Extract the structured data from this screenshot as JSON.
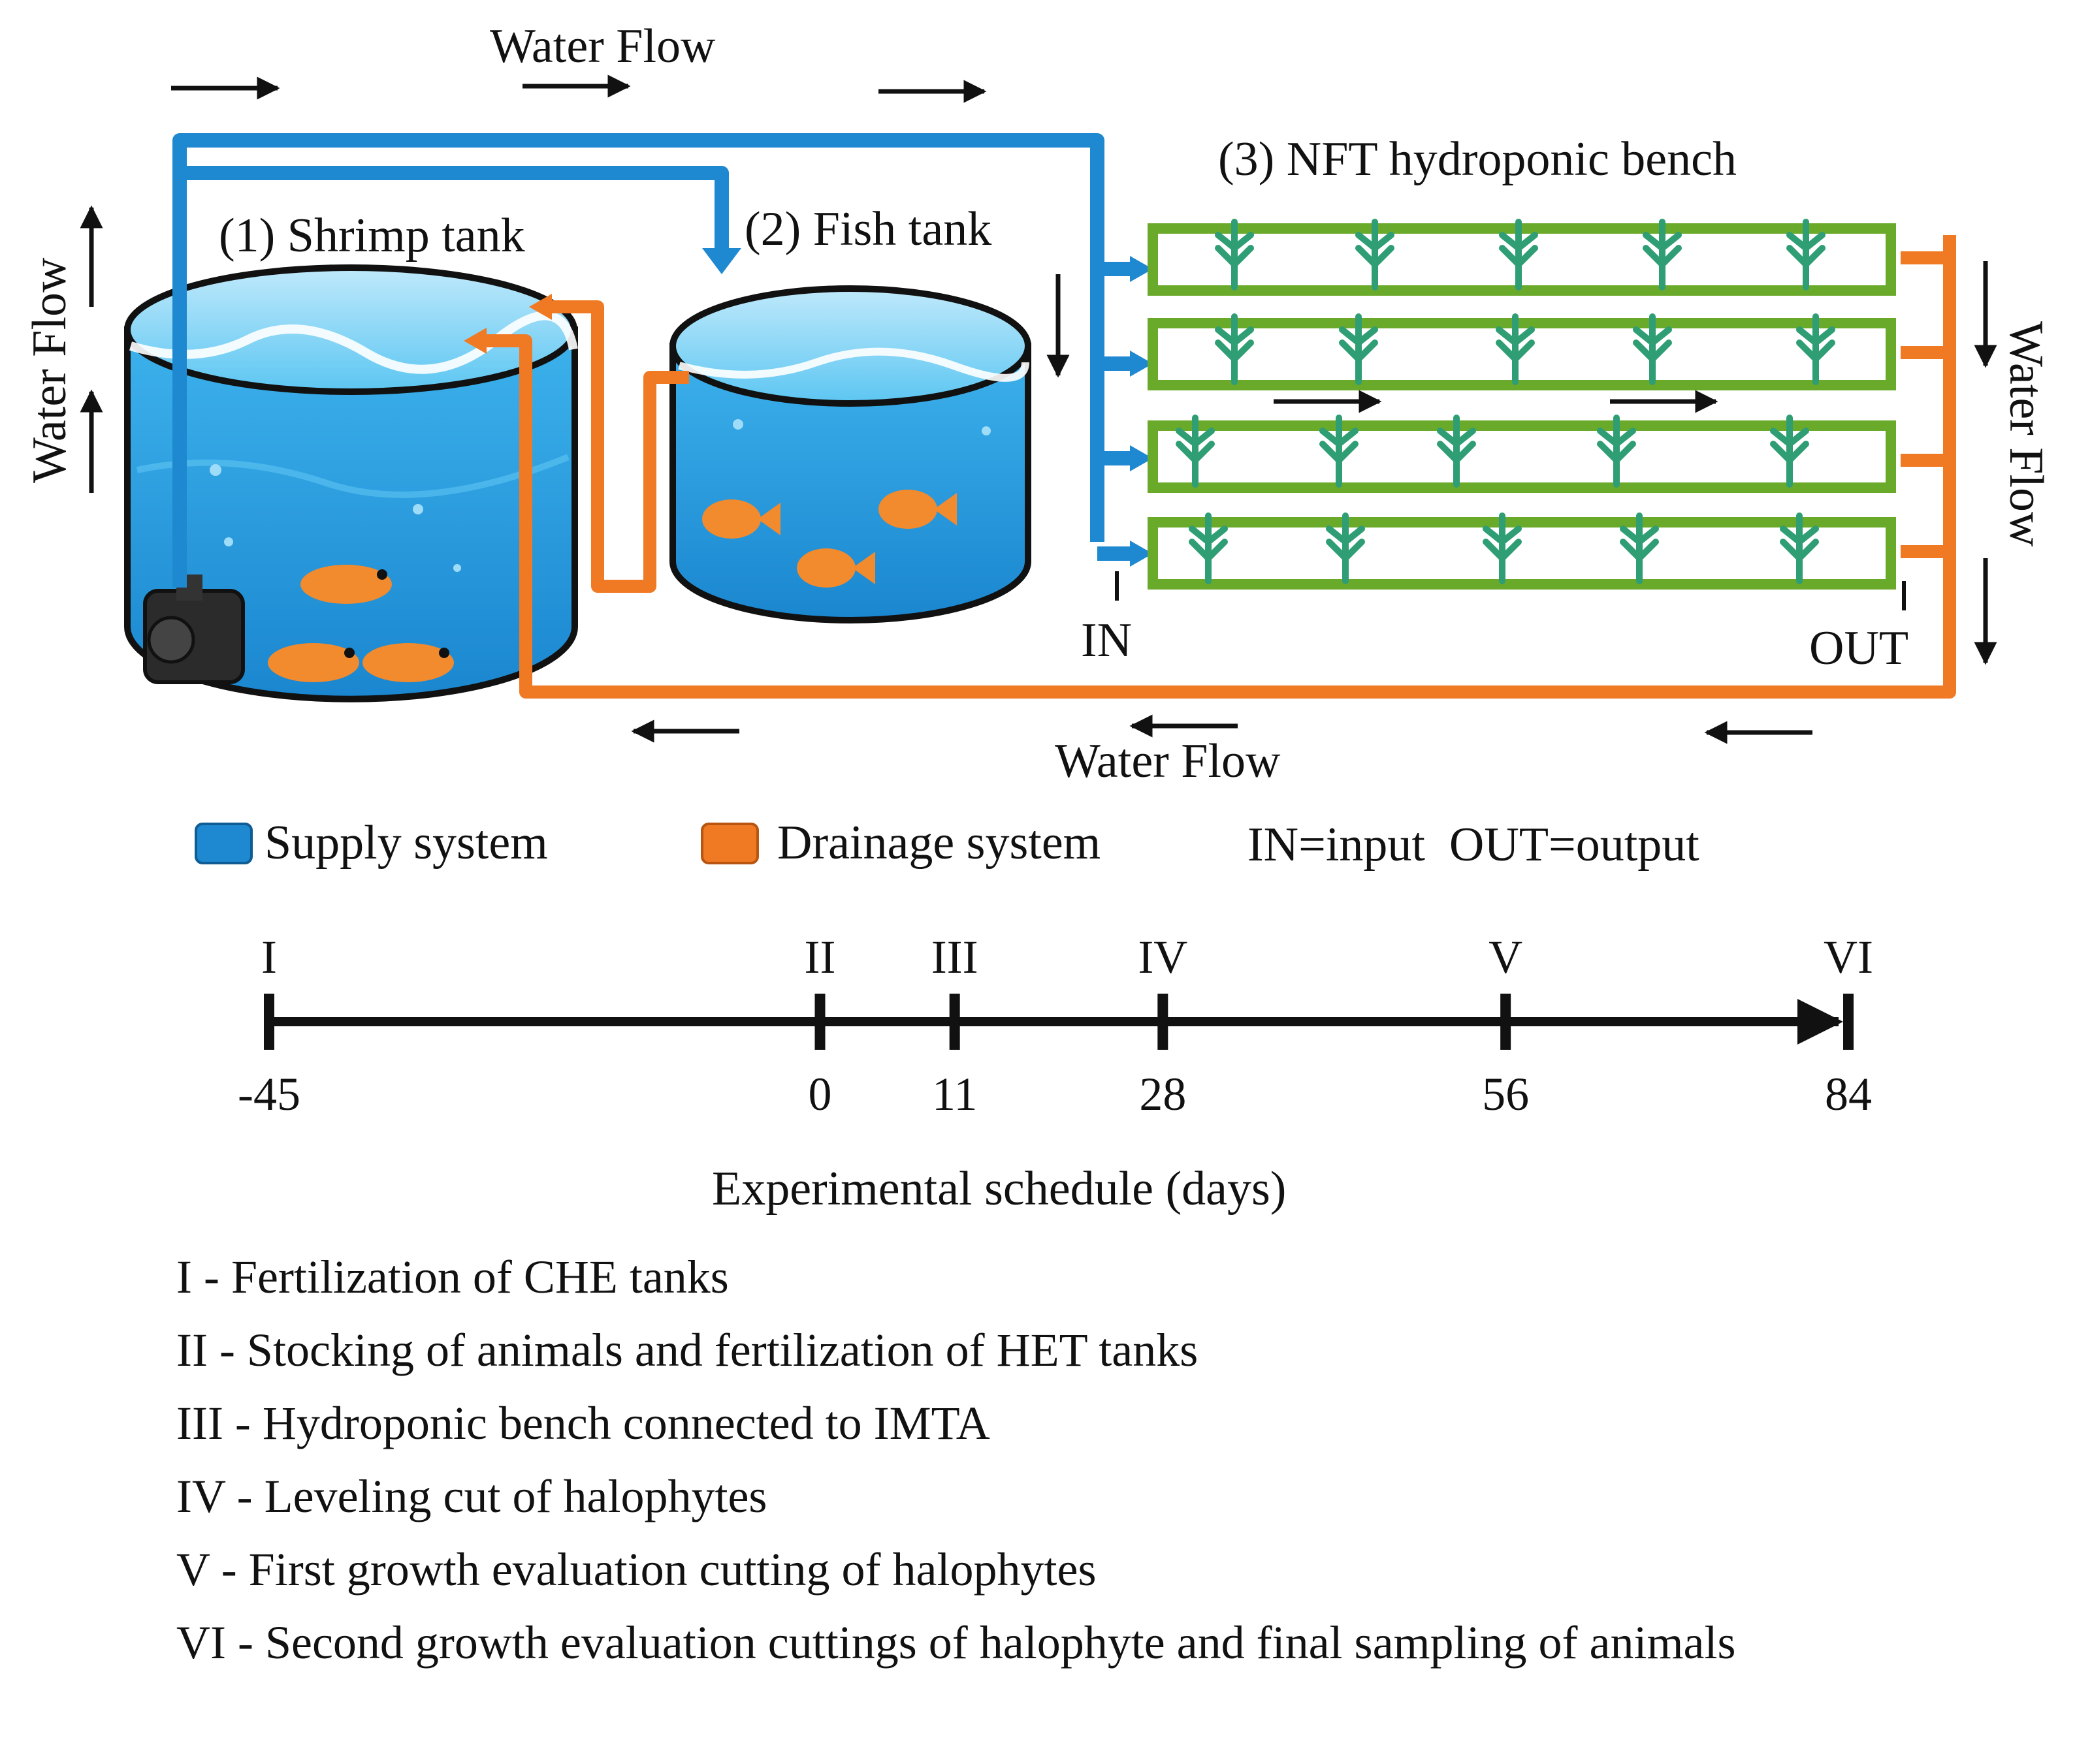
{
  "labels": {
    "water_flow_top": "Water Flow",
    "water_flow_left": "Water Flow",
    "water_flow_right": "Water Flow",
    "water_flow_bottom": "Water Flow",
    "shrimp_tank": "(1) Shrimp tank",
    "fish_tank": "(2) Fish tank",
    "nft_bench": "(3) NFT hydroponic bench",
    "in": "IN",
    "out": "OUT"
  },
  "legend": {
    "supply": "Supply system",
    "drainage": "Drainage system",
    "abbreviations": "IN=input  OUT=output"
  },
  "colors": {
    "supply": "#1e88d0",
    "drainage": "#f07a24",
    "bench_frame": "#6aaa2a",
    "water": "#2a9fe0"
  },
  "timeline": {
    "title": "Experimental schedule (days)",
    "points": [
      {
        "stage": "I",
        "day": "-45"
      },
      {
        "stage": "II",
        "day": "0"
      },
      {
        "stage": "III",
        "day": "11"
      },
      {
        "stage": "IV",
        "day": "28"
      },
      {
        "stage": "V",
        "day": "56"
      },
      {
        "stage": "VI",
        "day": "84"
      }
    ]
  },
  "notes": [
    "I - Fertilization of CHE tanks",
    "II - Stocking of animals and fertilization of HET tanks",
    "III - Hydroponic bench connected to IMTA",
    "IV - Leveling cut of halophytes",
    "V - First growth evaluation cutting of halophytes",
    "VI - Second growth evaluation cuttings of halophyte and final sampling of animals"
  ]
}
